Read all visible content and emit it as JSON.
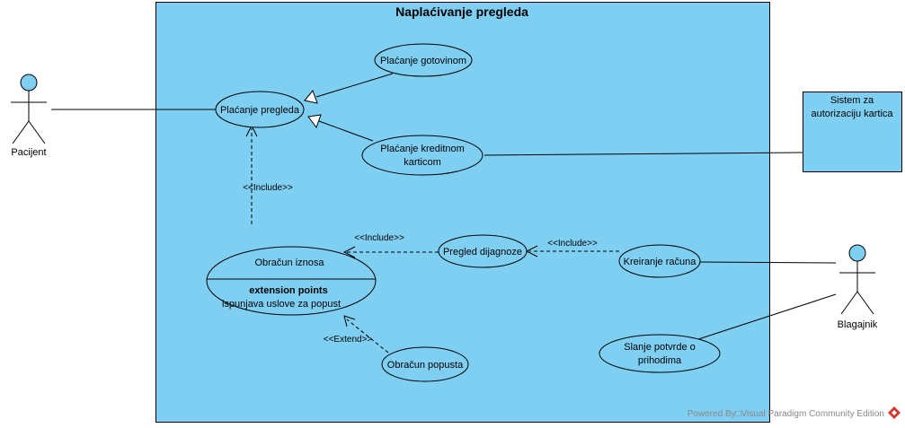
{
  "diagram": {
    "system_title": "Naplaćivanje pregleda",
    "actors": {
      "pacijent": "Pacijent",
      "blagajnik": "Blagajnik",
      "external_system_line1": "Sistem za",
      "external_system_line2": "autorizaciju kartica"
    },
    "use_cases": {
      "placanje_pregleda": "Plaćanje pregleda",
      "placanje_gotovinom": "Plaćanje gotovinom",
      "placanje_kreditnom_line1": "Plaćanje kreditnom",
      "placanje_kreditnom_line2": "karticom",
      "obracun_iznosa": "Obračun iznosa",
      "extension_points_header": "extension points",
      "extension_point": "ispunjava uslove za popust",
      "pregled_dijagnoze": "Pregled dijagnoze",
      "kreiranje_racuna": "Kreiranje računa",
      "obracun_popusta": "Obračun popusta",
      "slanje_potvrde_line1": "Slanje potvrde o",
      "slanje_potvrde_line2": "prihodima"
    },
    "relations": {
      "include_1": "<<Include>>",
      "include_2": "<<Include>>",
      "include_3": "<<Include>>",
      "extend_1": "<<Extend>>"
    },
    "watermark": "Powered By□Visual Paradigm Community Edition"
  },
  "colors": {
    "system_fill": "#7fcff3",
    "stroke": "#000000",
    "watermark": "#888888",
    "logo_red": "#d9342b"
  }
}
